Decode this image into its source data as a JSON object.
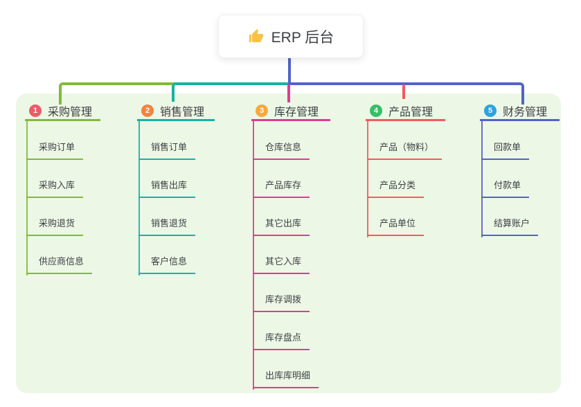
{
  "root": {
    "icon": "thumbs-up",
    "label": "ERP 后台"
  },
  "colors": {
    "page_bg": "#ffffff",
    "panel_bg": "#edf7e6",
    "text": "#3d4043",
    "root_line": "#5163c9",
    "icon_gold": "#f6c344"
  },
  "branches": [
    {
      "badge": "1",
      "label": "采购管理",
      "badge_color": "#ee5a68",
      "line_color": "#82b93c",
      "children": [
        "采购订单",
        "采购入库",
        "采购退货",
        "供应商信息"
      ]
    },
    {
      "badge": "2",
      "label": "销售管理",
      "badge_color": "#f5823e",
      "line_color": "#16b3a4",
      "children": [
        "销售订单",
        "销售出库",
        "销售退货",
        "客户信息"
      ]
    },
    {
      "badge": "3",
      "label": "库存管理",
      "badge_color": "#f6a93b",
      "line_color": "#dc3d92",
      "children": [
        "仓库信息",
        "产品库存",
        "其它出库",
        "其它入库",
        "库存调拨",
        "库存盘点",
        "出库库明细"
      ]
    },
    {
      "badge": "4",
      "label": "产品管理",
      "badge_color": "#38be68",
      "line_color": "#f25b5b",
      "children": [
        "产品（物料）",
        "产品分类",
        "产品单位"
      ]
    },
    {
      "badge": "5",
      "label": "财务管理",
      "badge_color": "#2ba3dd",
      "line_color": "#5163c9",
      "children": [
        "回款单",
        "付款单",
        "结算账户"
      ]
    }
  ]
}
